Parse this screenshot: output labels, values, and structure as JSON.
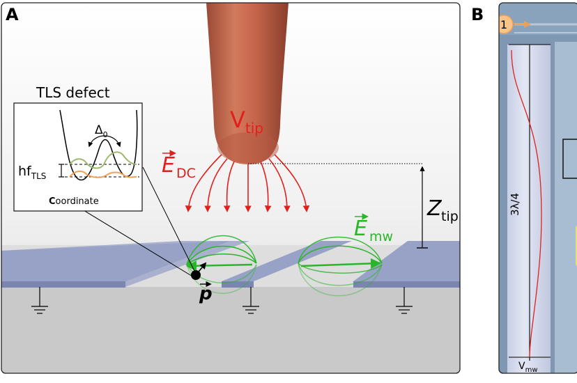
{
  "panel_a": {
    "letter": "A",
    "inset": {
      "title": "TLS defect",
      "delta_symbol": "Δ",
      "delta_sub": "0",
      "energy_main": "hf",
      "energy_sub": "TLS",
      "x_axis_first": "C",
      "x_axis_rest": "oordinate"
    },
    "tip_label_main": "V",
    "tip_label_sub": "tip",
    "edc_main": "E",
    "edc_sub": "DC",
    "emw_main": "E",
    "emw_sub": "mw",
    "ztip_main": "Z",
    "ztip_sub": "tip",
    "dipole_label": "p"
  },
  "panel_b": {
    "letter": "B",
    "marker": "1",
    "wave_label": "3λ/4",
    "vmw_main": "V",
    "vmw_sub": "mw"
  },
  "colors": {
    "tip": "#c8684e",
    "field_dc": "#e0201c",
    "field_mw": "#2ab52a",
    "electrode": "#8f99bf",
    "substrate": "#c9c9c9",
    "orange_marker": "#f0a055"
  }
}
